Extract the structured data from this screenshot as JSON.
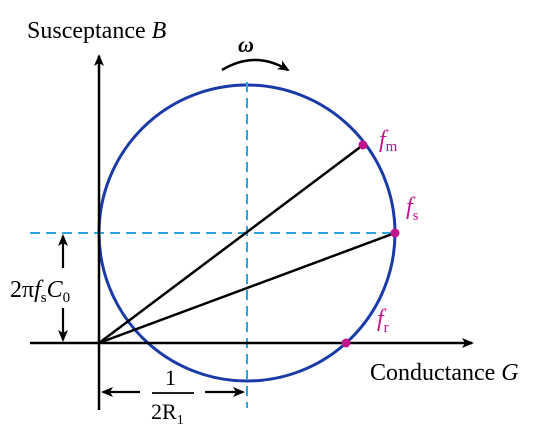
{
  "axes": {
    "y_label_text": "Susceptance ",
    "y_label_var": "B",
    "x_label_text": "Conductance ",
    "x_label_var": "G"
  },
  "rotation_symbol": "ω",
  "points": {
    "fm": {
      "base": "f",
      "sub": "m"
    },
    "fs": {
      "base": "f",
      "sub": "s"
    },
    "fr": {
      "base": "f",
      "sub": "r"
    }
  },
  "left_dimension": {
    "prefix": "2π",
    "f": "f",
    "f_sub": "s",
    "c": "C",
    "c_sub": "0"
  },
  "bottom_dimension": {
    "numerator": "1",
    "denominator": "2R",
    "denominator_sub": "1"
  },
  "colors": {
    "circle": "#1a3aa8",
    "dashed": "#2aa5d9",
    "points": "#c0148c",
    "point_labels": "#c0148c",
    "axes": "#000000"
  }
}
